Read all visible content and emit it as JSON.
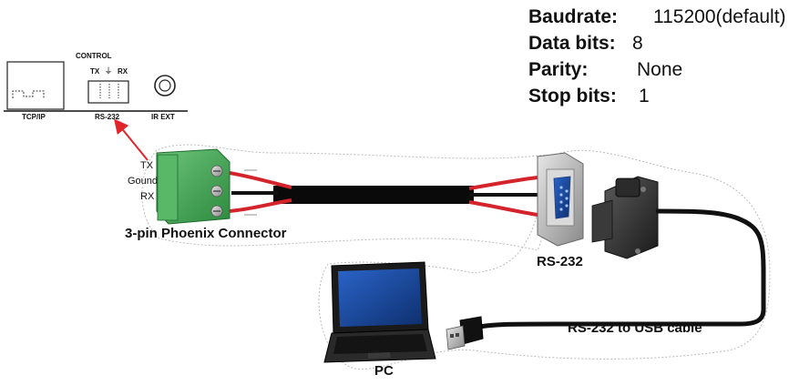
{
  "settings": {
    "baudrate_label": "Baudrate:",
    "baudrate_value": "115200(default)",
    "databits_label": "Data bits:",
    "databits_value": "8",
    "parity_label": "Parity:",
    "parity_value": "None",
    "stopbits_label": "Stop bits:",
    "stopbits_value": "1"
  },
  "panel": {
    "control_label": "CONTROL",
    "tx_label": "TX",
    "rx_label": "RX",
    "tcpip_label": "TCP/IP",
    "rs232_label": "RS-232",
    "irext_label": "IR EXT"
  },
  "connector": {
    "tx": "TX",
    "ground": "Gound",
    "rx": "RX",
    "caption": "3-pin Phoenix Connector"
  },
  "labels": {
    "rs232": "RS-232",
    "usb_cable": "RS-232 to USB cable",
    "pc": "PC"
  },
  "colors": {
    "arrow": "#e0262b",
    "phoenix_green": "#3fa452",
    "cable_black": "#0a0a0a",
    "wire_red": "#d4232a",
    "db9_blue": "#2b5fb0"
  }
}
